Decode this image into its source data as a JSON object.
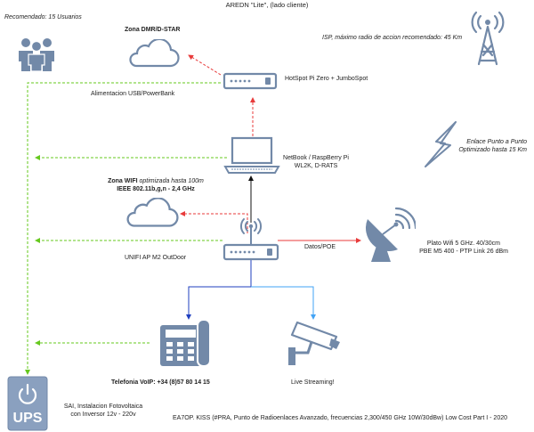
{
  "header": {
    "title": "AREDN \"Lite\", (lado cliente)"
  },
  "labels": {
    "users": "Recomendado: 15 Usuarios",
    "isp": "ISP, máximo radio de accion recomendado: 45 Km",
    "zona_dmr": "Zona DMR/D-STAR",
    "hotspot": "HotSpot Pi Zero + JumboSpot",
    "power": "Alimentacion USB/PowerBank",
    "netbook_1": "NetBook / RaspBerry Pi",
    "netbook_2": "WL2K, D-RATS",
    "link_1": "Enlace Punto a Punto",
    "link_2": "Optimizado hasta 15 Km",
    "wifi_title": "Zona WIFI",
    "wifi_title_suffix": " optimizada hasta 100m",
    "wifi_std": "IEEE 802.11b,g,n - 2,4 GHz",
    "datos": "Datos/POE",
    "plato_1": "Plato Wifi 5 GHz. 40/30cm",
    "plato_2": "PBE M5 400 - PTP Link 26 dBm",
    "unifi": "UNIFI AP M2 OutDoor",
    "voip": "Telefonia VoIP: +34 (8)57 80 14 15",
    "streaming": "Live Streaming!",
    "ups_1": "SAI, Instalacion Fotovoltaica",
    "ups_2": "con Inversor 12v - 220v",
    "ups_text": "UPS",
    "footer": "EA7OP. KISS (#PRA, Punto de Radioenlaces Avanzado, frecuencias 2,300/450 GHz 10W/30dBw) Low Cost Part I - 2020"
  },
  "colors": {
    "icon": "#7289a8",
    "icon_dark": "#4f6583",
    "green": "#66c81e",
    "red": "#e83b3b",
    "black": "#111111",
    "blue_dark": "#1f3fbf",
    "blue_light": "#42a3f5"
  },
  "icons": [
    "users-icon",
    "radio-tower-icon",
    "cloud-icon",
    "hotspot-device-icon",
    "laptop-icon",
    "lightning-link-icon",
    "cloud-icon",
    "router-ap-icon",
    "satellite-dish-icon",
    "voip-phone-icon",
    "cctv-camera-icon",
    "ups-icon"
  ]
}
